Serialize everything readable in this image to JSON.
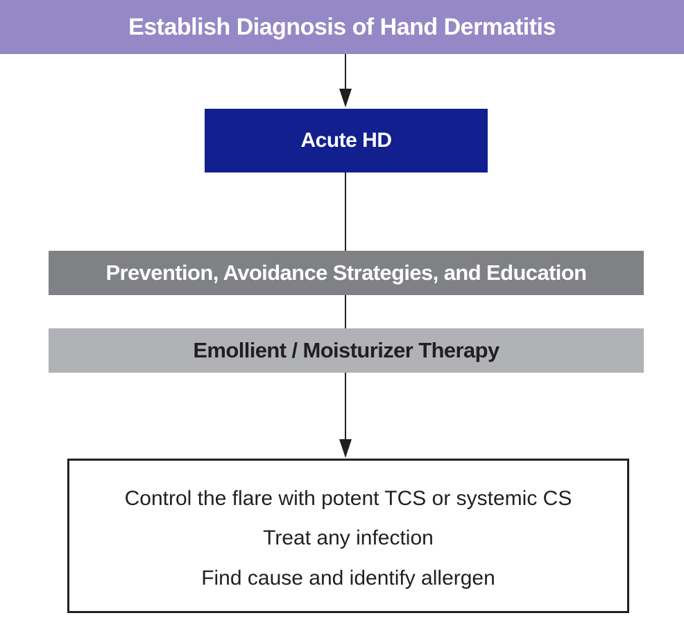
{
  "title": "Establish Diagnosis of Hand Dermatitis",
  "acute": "Acute HD",
  "prevention": "Prevention, Avoidance Strategies, and Education",
  "emollient": "Emollient / Moisturizer Therapy",
  "actions": [
    "Control the flare with potent TCS or systemic CS",
    "Treat any infection",
    "Find cause and identify allergen"
  ],
  "colors": {
    "header": "#9588c6",
    "acute": "#121f8f",
    "prevention": "#808184",
    "emollient": "#b1b2b5",
    "line": "#231f20"
  }
}
